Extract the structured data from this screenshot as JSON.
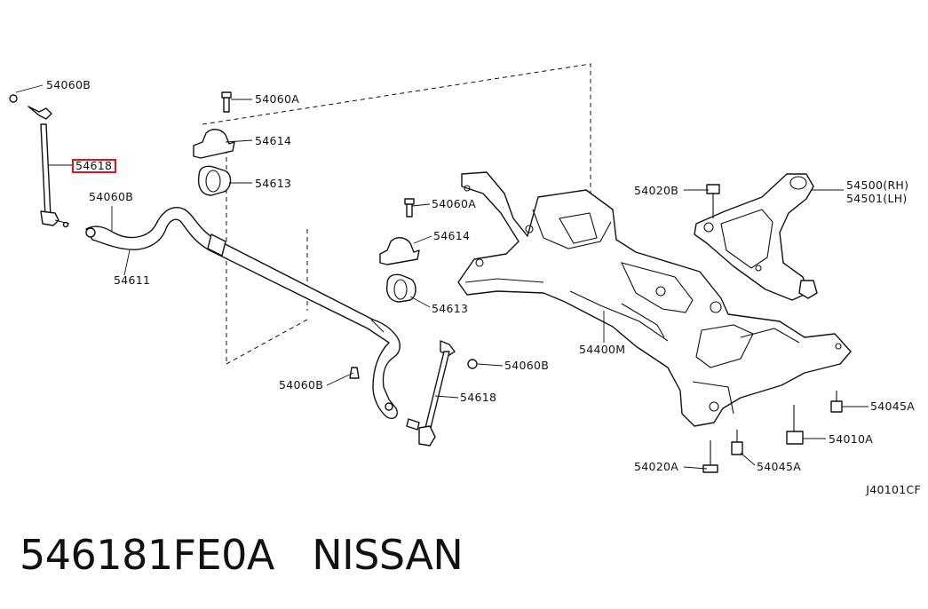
{
  "caption": {
    "part_number": "546181FE0A",
    "brand": "NISSAN"
  },
  "diagram": {
    "code": "J40101CF",
    "highlight_color": "#e0141b",
    "labels": {
      "l_54060b_top": "54060B",
      "l_54060a_top": "54060A",
      "l_54614_top": "54614",
      "l_54618_left": "54618",
      "l_54613_top": "54613",
      "l_54060b_mid": "54060B",
      "l_54611": "54611",
      "l_54060a_mid": "54060A",
      "l_54614_mid": "54614",
      "l_54613_mid": "54613",
      "l_54060b_right": "54060B",
      "l_54060b_bot": "54060B",
      "l_54618_right": "54618",
      "l_54400m": "54400M",
      "l_54020b": "54020B",
      "l_54500": "54500(RH)",
      "l_54501": "54501(LH)",
      "l_54045a_r": "54045A",
      "l_54010a": "54010A",
      "l_54020a": "54020A",
      "l_54045a_b": "54045A"
    }
  }
}
